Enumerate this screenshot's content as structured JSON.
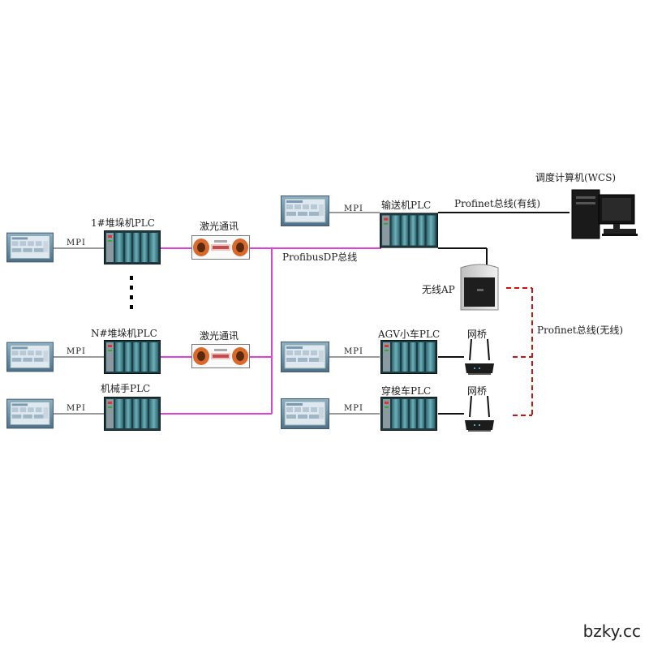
{
  "labels": {
    "stacker1_plc": "1#堆垛机PLC",
    "stackerN_plc": "N#堆垛机PLC",
    "robot_plc": "机械手PLC",
    "laser_comm_top": "激光通讯",
    "laser_comm_bottom": "激光通讯",
    "profibus_bus": "ProfibusDP总线",
    "conveyor_plc": "输送机PLC",
    "profinet_wired": "Profinet总线(有线)",
    "wcs_computer": "调度计算机(WCS)",
    "wireless_ap": "无线AP",
    "agv_plc": "AGV小车PLC",
    "shuttle_plc": "穿梭车PLC",
    "bridge_agv": "网桥",
    "bridge_shuttle": "网桥",
    "profinet_wireless": "Profinet总线(无线)",
    "mpi_1": "MPI",
    "mpi_2": "MPI",
    "mpi_3": "MPI",
    "mpi_4": "MPI",
    "mpi_5": "MPI",
    "mpi_6": "MPI"
  },
  "watermark": "bzky.cc",
  "colors": {
    "profibus_line": "#e040e0",
    "profinet_wired_line": "#111111",
    "profinet_wireless_line": "#cc1111",
    "plc_module": "#4f8f98",
    "hmi_frame": "#6b8ea6"
  }
}
